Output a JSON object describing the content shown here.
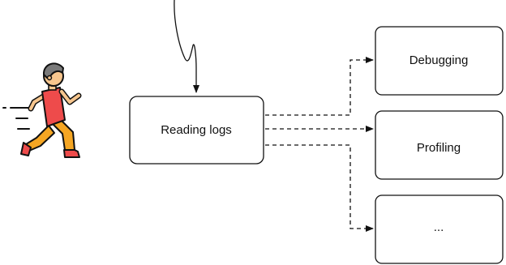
{
  "nodes": {
    "center": {
      "label": "Reading logs"
    },
    "targets": [
      {
        "label": "Debugging"
      },
      {
        "label": "Profiling"
      },
      {
        "label": "..."
      }
    ]
  },
  "icons": {
    "runner": "running-person-icon"
  },
  "colors": {
    "stroke": "#111111",
    "runner_shirt": "#ee4b4b",
    "runner_pants": "#f5a623",
    "runner_skin": "#f7c68e",
    "runner_hair": "#7a7a7a"
  }
}
